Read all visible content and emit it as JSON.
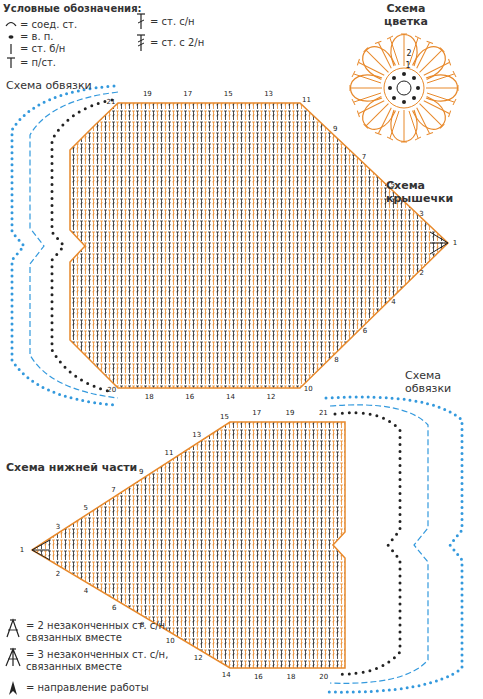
{
  "diagram": {
    "labels": [
      "Условные обозначения:",
      "Схема цветка",
      "Схема обвязки",
      "Схема крышечки",
      "Схема обвязки",
      "Схема нижней части",
      "1",
      "2",
      "1",
      "2",
      "3",
      "4",
      "5",
      "6",
      "7",
      "8",
      "9",
      "10",
      "11",
      "12",
      "13",
      "14",
      "15",
      "16",
      "17",
      "18",
      "19",
      "20",
      "21",
      "1",
      "2",
      "3",
      "4",
      "5",
      "6",
      "7",
      "8",
      "9",
      "10",
      "11",
      "12",
      "13",
      "14",
      "15",
      "16",
      "17",
      "18",
      "19",
      "20",
      "21"
    ],
    "legend": [
      {
        "text": "= соед. ст."
      },
      {
        "text": "= в. п."
      },
      {
        "text": "= ст. б/н"
      },
      {
        "text": "= п/ст."
      },
      {
        "text": "= ст. с/н"
      },
      {
        "text": "= ст. с 2/н"
      },
      {
        "text": "= 2 незаконченных ст. с/н, связанных вместе"
      },
      {
        "text": "= 3 незаконченных ст. с/н, связанных вместе"
      },
      {
        "text": "= направление работы"
      }
    ]
  }
}
